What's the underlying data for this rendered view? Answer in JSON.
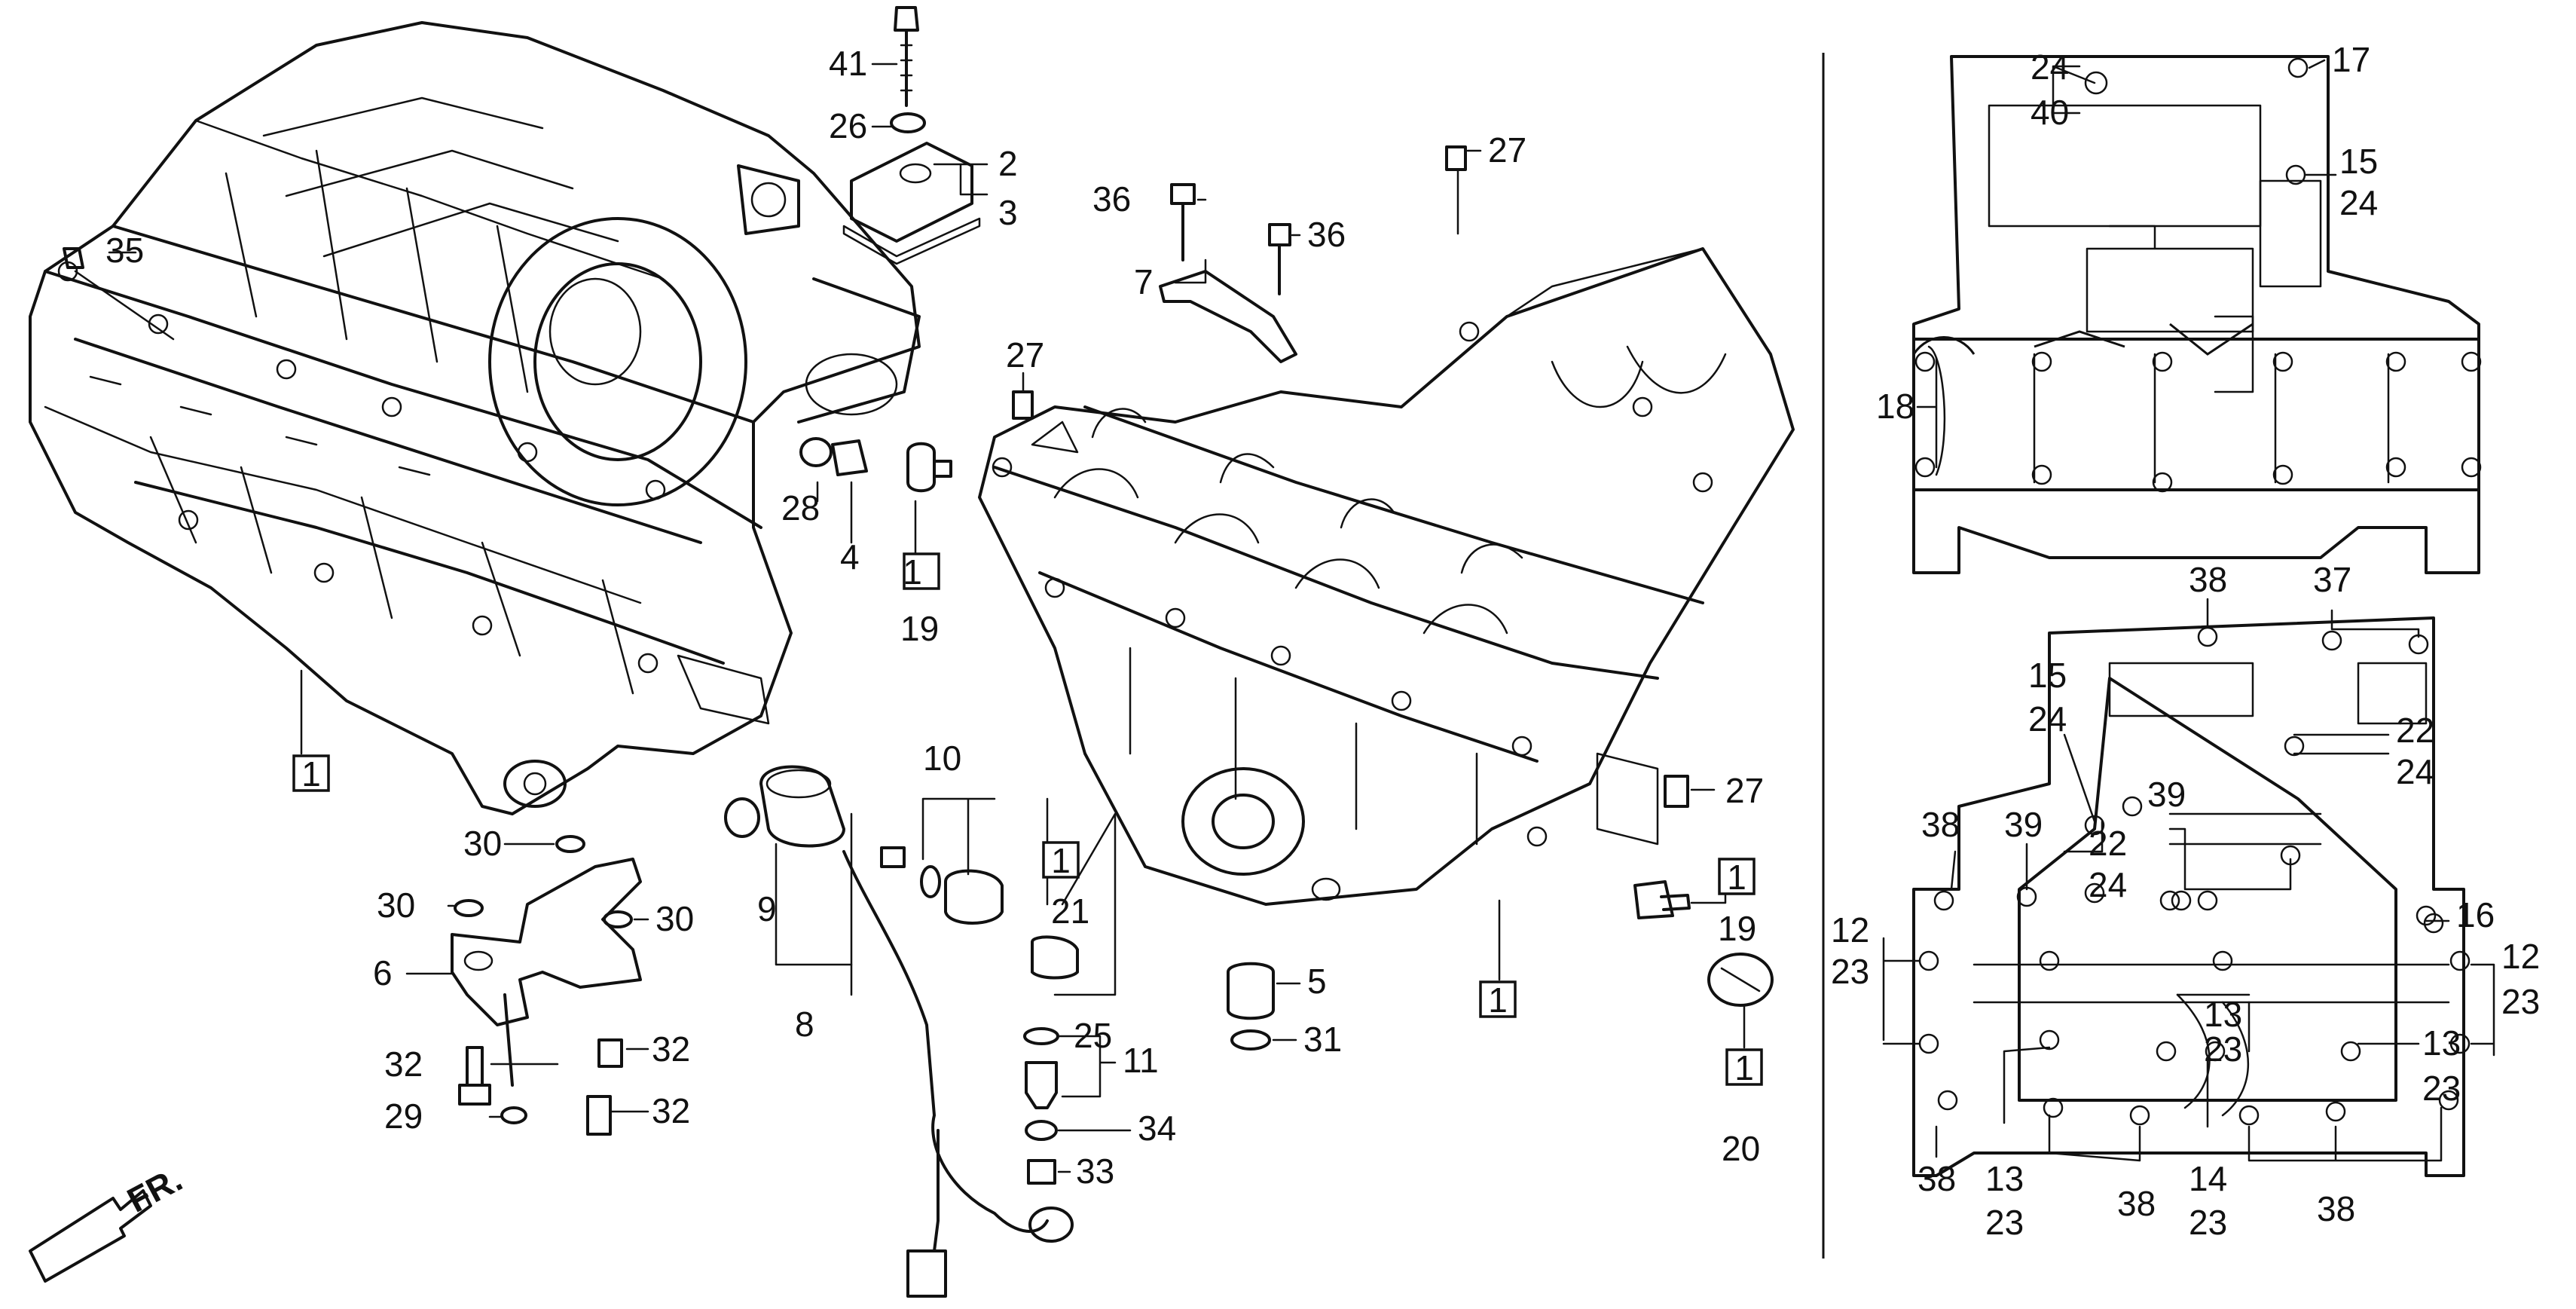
{
  "direction_label": "FR.",
  "callouts": {
    "c41": "41",
    "c26": "26",
    "c2": "2",
    "c3": "3",
    "c35": "35",
    "c28": "28",
    "c4": "4",
    "c19a": "19",
    "c1a": "1",
    "c1b": "1",
    "c30a": "30",
    "c30b": "30",
    "c30c": "30",
    "c6": "6",
    "c32a": "32",
    "c32b": "32",
    "c32c": "32",
    "c29": "29",
    "c9": "9",
    "c8": "8",
    "c10": "10",
    "c21": "21",
    "c1c": "1",
    "c25": "25",
    "c11": "11",
    "c34": "34",
    "c33": "33",
    "c5": "5",
    "c31": "31",
    "c36a": "36",
    "c36b": "36",
    "c7": "7",
    "c27a": "27",
    "c27b": "27",
    "c27c": "27",
    "c1d": "1",
    "c19b": "19",
    "c1e": "1",
    "c1f": "1",
    "c20": "20",
    "r24a": "24",
    "r40": "40",
    "r17": "17",
    "r15a": "15",
    "r24b": "24",
    "r18": "18",
    "r38a": "38",
    "r37": "37",
    "r15b": "15",
    "r24c": "24",
    "r22a": "22",
    "r24d": "24",
    "r39a": "39",
    "r38b": "38",
    "r39b": "39",
    "r22b": "22",
    "r24e": "24",
    "r16": "16",
    "r12a": "12",
    "r23a": "23",
    "r12b": "12",
    "r23b": "23",
    "r13a": "13",
    "r23c": "23",
    "r13b": "13",
    "r23d": "23",
    "r38c": "38",
    "r13c": "13",
    "r23e": "23",
    "r38d": "38",
    "r14": "14",
    "r23f": "23",
    "r38e": "38"
  }
}
